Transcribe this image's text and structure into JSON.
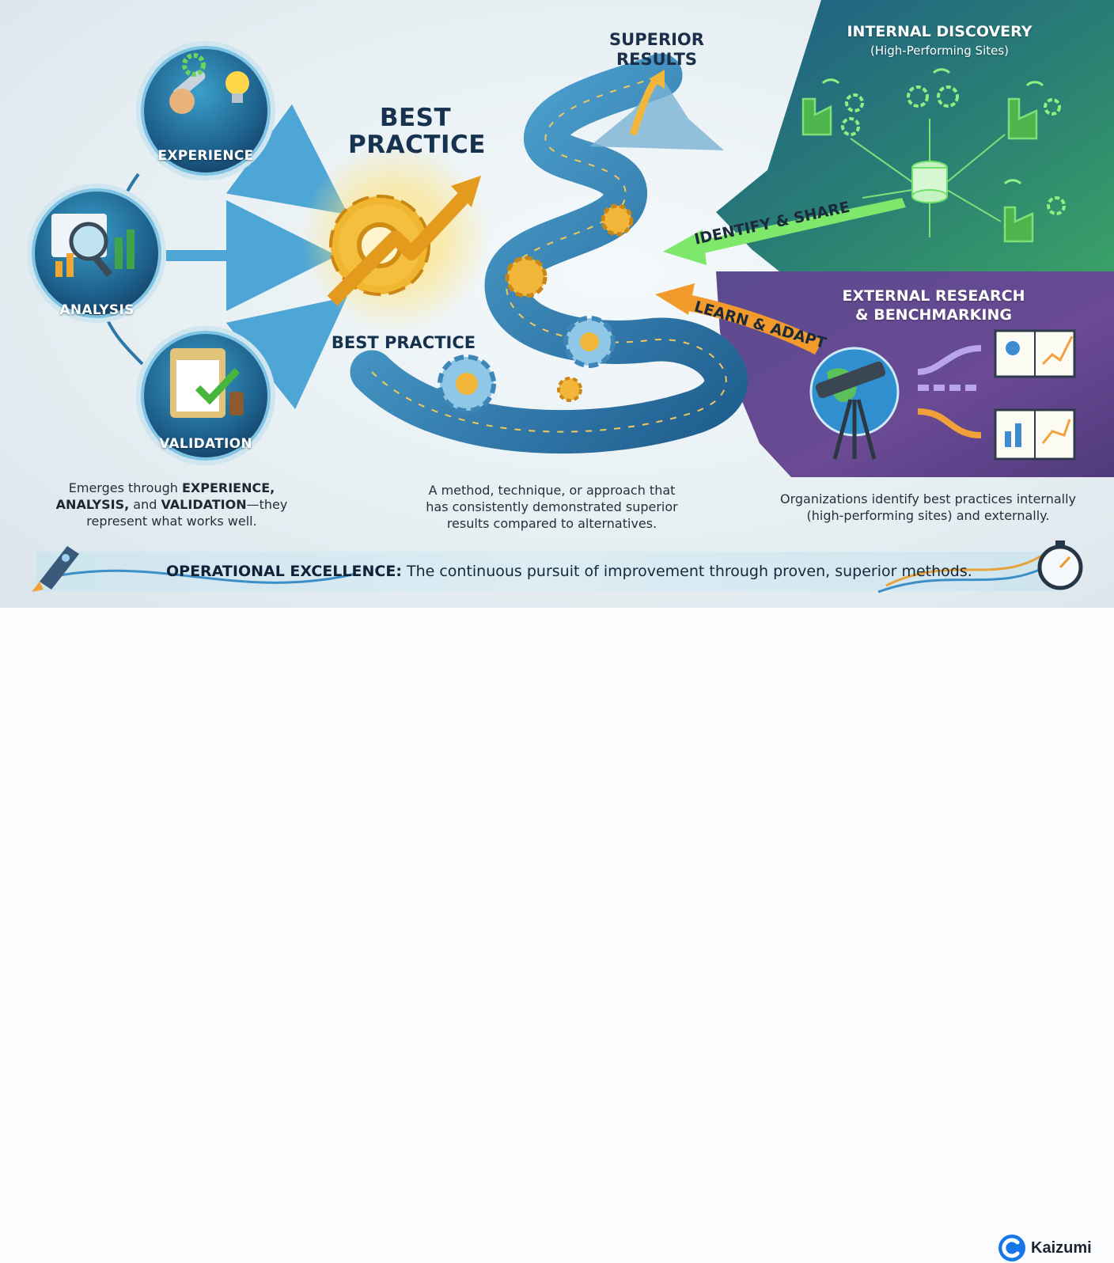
{
  "circles": {
    "experience": "EXPERIENCE",
    "analysis": "ANALYSIS",
    "validation": "VALIDATION"
  },
  "center": {
    "title_line1": "BEST",
    "title_line2": "PRACTICE",
    "caption": "BEST PRACTICE",
    "superior_line1": "SUPERIOR",
    "superior_line2": "RESULTS"
  },
  "internal": {
    "title": "INTERNAL DISCOVERY",
    "subtitle": "(High-Performing Sites)",
    "arrow_label": "IDENTIFY & SHARE"
  },
  "external": {
    "title_line1": "EXTERNAL RESEARCH",
    "title_line2": "& BENCHMARKING",
    "arrow_label": "LEARN & ADAPT"
  },
  "descriptions": {
    "left": {
      "l1_pre": "Emerges through ",
      "l1_bold": "EXPERIENCE,",
      "l2_bold1": "ANALYSIS,",
      "l2_mid": " and ",
      "l2_bold2": "VALIDATION",
      "l2_post": "—they",
      "l3": "represent what works well."
    },
    "center": {
      "l1": "A method, technique, or approach that",
      "l2": "has consistently demonstrated superior",
      "l3": "results compared to alternatives."
    },
    "right": {
      "l1": "Organizations identify best practices internally",
      "l2": "(high-performing sites) and externally."
    }
  },
  "banner": {
    "bold": "OPERATIONAL EXCELLENCE:",
    "text": " The continuous pursuit of improvement through proven, superior methods."
  },
  "brand": {
    "name": "Kaizumi"
  },
  "colors": {
    "circle_blue": "#1f5f8c",
    "gear_gold": "#e9a623",
    "internal_green": "#2f8f6a",
    "external_purple": "#6a4a92",
    "share_arrow_green": "#6fe06a",
    "adapt_arrow_orange": "#f39a2c",
    "brand_blue": "#1877e8"
  },
  "icons": [
    "wrench-icon",
    "gear-icon",
    "lightbulb-icon",
    "magnifier-icon",
    "chart-icon",
    "clipboard-icon",
    "checkmark-icon",
    "stamp-icon",
    "rocket-icon",
    "stopwatch-icon",
    "factory-icon",
    "database-icon",
    "wifi-icon",
    "globe-icon",
    "telescope-icon",
    "book-icon",
    "mountain-icon",
    "road-icon"
  ]
}
